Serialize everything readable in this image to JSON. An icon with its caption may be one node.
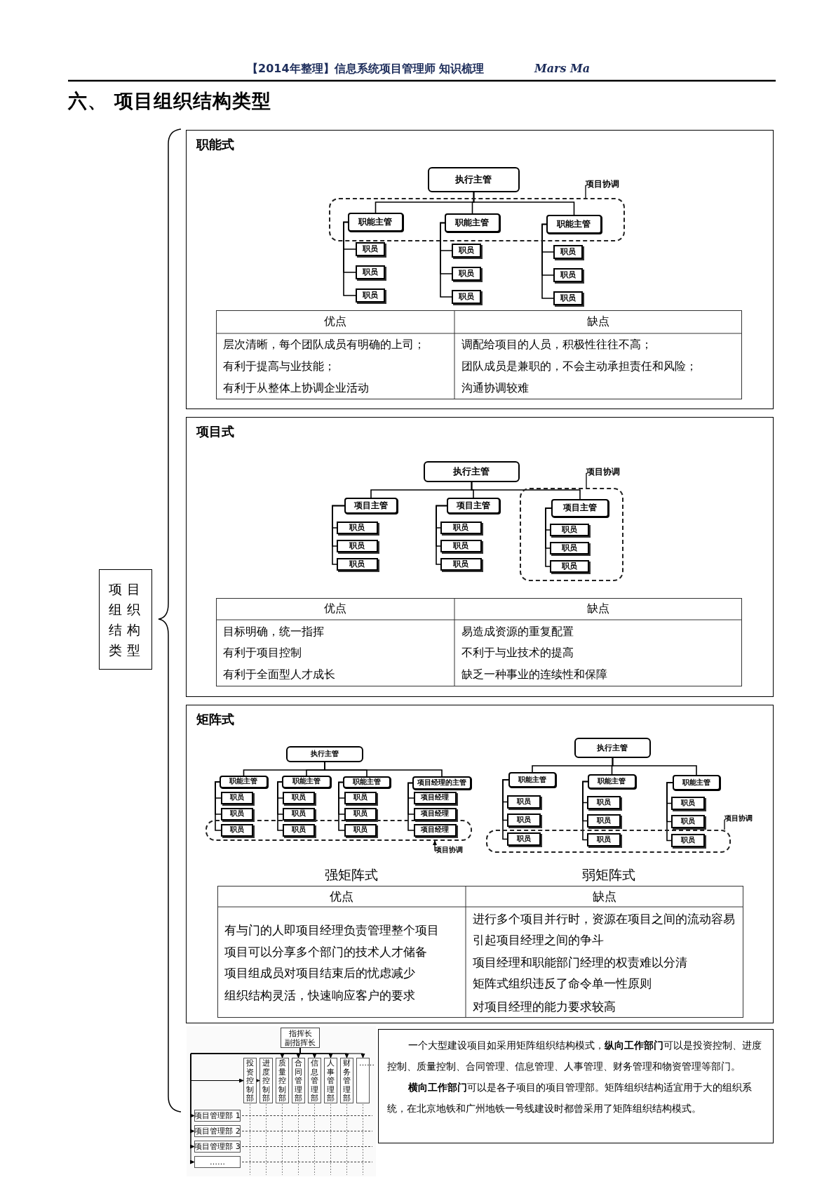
{
  "diagram": {
    "title": "六、 项目组织结构类型",
    "nodes": [
      {
        "text": [
          "项目组织结构类型"
        ]
      },
      {
        "text": [
          "职能式"
        ]
      },
      {
        "text": [
          "执行主管"
        ],
        "in": 1
      },
      {
        "text": [],
        "shape": "box",
        "in": 1
      },
      {
        "text": [
          "职能主管"
        ],
        "in": 3
      },
      {
        "text": [
          "职能主管"
        ],
        "in": 3
      },
      {
        "text": [
          "职能主管"
        ],
        "in": 3
      },
      {
        "text": [
          "职员"
        ],
        "in": 1
      },
      {
        "text": [
          "职员"
        ],
        "in": 1
      },
      {
        "text": [
          "职员"
        ],
        "in": 1
      },
      {
        "text": [
          "职员"
        ],
        "in": 1
      },
      {
        "text": [
          "职员"
        ],
        "in": 1
      },
      {
        "text": [
          "职员"
        ],
        "in": 1
      },
      {
        "text": [
          "职员"
        ],
        "in": 1
      },
      {
        "text": [
          "职员"
        ],
        "in": 1
      },
      {
        "text": [
          "职员"
        ],
        "in": 1
      },
      {
        "text": [
          "项目协调"
        ],
        "in": 1
      },
      {
        "text": [
          "项目式"
        ]
      },
      {
        "text": [
          "执行主管"
        ],
        "in": 17
      },
      {
        "text": [
          "项目主管"
        ],
        "in": 17
      },
      {
        "text": [
          "项目主管"
        ],
        "in": 17
      },
      {
        "text": [],
        "shape": "box",
        "in": 17
      },
      {
        "text": [
          "项目主管"
        ],
        "in": 21
      },
      {
        "text": [
          "职员"
        ],
        "in": 17
      },
      {
        "text": [
          "职员"
        ],
        "in": 17
      },
      {
        "text": [
          "职员"
        ],
        "in": 17
      },
      {
        "text": [
          "职员"
        ],
        "in": 17
      },
      {
        "text": [
          "职员"
        ],
        "in": 17
      },
      {
        "text": [
          "职员"
        ],
        "in": 17
      },
      {
        "text": [
          "职员"
        ],
        "in": 21
      },
      {
        "text": [
          "职员"
        ],
        "in": 21
      },
      {
        "text": [
          "职员"
        ],
        "in": 21
      },
      {
        "text": [
          "项目协调"
        ],
        "in": 17
      },
      {
        "text": [
          "矩阵式"
        ]
      },
      {
        "text": [
          "执行主管"
        ],
        "in": 33
      },
      {
        "text": [
          "职能主管"
        ],
        "in": 33
      },
      {
        "text": [
          "职能主管"
        ],
        "in": 33
      },
      {
        "text": [
          "职能主管"
        ],
        "in": 33
      },
      {
        "text": [
          "项目经理的主管"
        ],
        "in": 33
      },
      {
        "text": [],
        "shape": "box",
        "in": 33
      },
      {
        "text": [
          "职员"
        ],
        "in": 33
      },
      {
        "text": [
          "职员"
        ],
        "in": 33
      },
      {
        "text": [
          "职员"
        ],
        "in": 39
      },
      {
        "text": [
          "职员"
        ],
        "in": 33
      },
      {
        "text": [
          "职员"
        ],
        "in": 33
      },
      {
        "text": [
          "职员"
        ],
        "in": 39
      },
      {
        "text": [
          "职员"
        ],
        "in": 33
      },
      {
        "text": [
          "职员"
        ],
        "in": 33
      },
      {
        "text": [
          "职员"
        ],
        "in": 39
      },
      {
        "text": [
          "项目经理"
        ],
        "in": 33
      },
      {
        "text": [
          "项目经理"
        ],
        "in": 33
      },
      {
        "text": [
          "项目经理"
        ],
        "in": 39
      },
      {
        "text": [
          "项目协调"
        ],
        "in": 33
      },
      {
        "text": [
          "执行主管"
        ],
        "in": 33
      },
      {
        "text": [
          "职能主管"
        ],
        "in": 33
      },
      {
        "text": [
          "职能主管"
        ],
        "in": 33
      },
      {
        "text": [
          "职能主管"
        ],
        "in": 33
      },
      {
        "text": [],
        "shape": "box",
        "in": 33
      },
      {
        "text": [
          "职员"
        ],
        "in": 33
      },
      {
        "text": [
          "职员"
        ],
        "in": 33
      },
      {
        "text": [
          "职员"
        ],
        "in": 57
      },
      {
        "text": [
          "职员"
        ],
        "in": 33
      },
      {
        "text": [
          "职员"
        ],
        "in": 33
      },
      {
        "text": [
          "职员"
        ],
        "in": 57
      },
      {
        "text": [
          "职员"
        ],
        "in": 33
      },
      {
        "text": [
          "职员"
        ],
        "in": 33
      },
      {
        "text": [
          "职员"
        ],
        "in": 57
      },
      {
        "text": [
          "项目协调"
        ],
        "in": 33
      },
      {
        "text": [
          "指挥长",
          "副指挥长"
        ]
      },
      {
        "text": [
          "投资控制部"
        ]
      },
      {
        "text": [
          "进度控制部"
        ]
      },
      {
        "text": [
          "质量控制部"
        ]
      },
      {
        "text": [
          "合同管理部"
        ]
      },
      {
        "text": [
          "信息管理部"
        ]
      },
      {
        "text": [
          "人事管理部"
        ]
      },
      {
        "text": [
          "财务管理部"
        ]
      },
      {
        "text": [
          "……"
        ]
      },
      {
        "text": [
          "项目管理部 1"
        ]
      },
      {
        "text": [
          "项目管理部 2"
        ]
      },
      {
        "text": [
          "项目管理部 3"
        ]
      },
      {
        "text": [
          "……"
        ]
      },
      {
        "text": [
          "一个大型建设项目如采用矩阵组织结构模式，**纵向工作部门**可以是投资控制、进度控制、质量控制、合同管理、信息管理、人事管理、财务管理和物资管理等部门。",
          "**横向工作部门**可以是各子项目的项目管理部。矩阵组织结构适宜用于大的组织系统，在北京地铁和广州地铁一号线建设时都曾采用了矩阵组织结构模式。"
        ]
      }
    ],
    "edges": [
      {
        "from": 2,
        "to": 4,
        "arrow": "none"
      },
      {
        "from": 2,
        "to": 5,
        "arrow": "none"
      },
      {
        "from": 2,
        "to": 6,
        "arrow": "none"
      },
      {
        "from": 4,
        "to": 7,
        "arrow": "none"
      },
      {
        "from": 4,
        "to": 8,
        "arrow": "none"
      },
      {
        "from": 4,
        "to": 9,
        "arrow": "none"
      },
      {
        "from": 5,
        "to": 10,
        "arrow": "none"
      },
      {
        "from": 5,
        "to": 11,
        "arrow": "none"
      },
      {
        "from": 5,
        "to": 12,
        "arrow": "none"
      },
      {
        "from": 6,
        "to": 13,
        "arrow": "none"
      },
      {
        "from": 6,
        "to": 14,
        "arrow": "none"
      },
      {
        "from": 6,
        "to": 15,
        "arrow": "none"
      },
      {
        "from": 16,
        "to": 3,
        "arrow": "none"
      },
      {
        "from": 18,
        "to": 19,
        "arrow": "none"
      },
      {
        "from": 18,
        "to": 20,
        "arrow": "none"
      },
      {
        "from": 18,
        "to": 22,
        "arrow": "none"
      },
      {
        "from": 19,
        "to": 23,
        "arrow": "none"
      },
      {
        "from": 19,
        "to": 24,
        "arrow": "none"
      },
      {
        "from": 19,
        "to": 25,
        "arrow": "none"
      },
      {
        "from": 20,
        "to": 26,
        "arrow": "none"
      },
      {
        "from": 20,
        "to": 27,
        "arrow": "none"
      },
      {
        "from": 20,
        "to": 28,
        "arrow": "none"
      },
      {
        "from": 22,
        "to": 29,
        "arrow": "none"
      },
      {
        "from": 22,
        "to": 30,
        "arrow": "none"
      },
      {
        "from": 22,
        "to": 31,
        "arrow": "none"
      },
      {
        "from": 32,
        "to": 21,
        "arrow": "none"
      },
      {
        "from": 34,
        "to": 35,
        "arrow": "none"
      },
      {
        "from": 34,
        "to": 36,
        "arrow": "none"
      },
      {
        "from": 34,
        "to": 37,
        "arrow": "none"
      },
      {
        "from": 34,
        "to": 38,
        "arrow": "none"
      },
      {
        "from": 35,
        "to": 40,
        "arrow": "none"
      },
      {
        "from": 35,
        "to": 41,
        "arrow": "none"
      },
      {
        "from": 35,
        "to": 42,
        "arrow": "none"
      },
      {
        "from": 36,
        "to": 43,
        "arrow": "none"
      },
      {
        "from": 36,
        "to": 44,
        "arrow": "none"
      },
      {
        "from": 36,
        "to": 45,
        "arrow": "none"
      },
      {
        "from": 37,
        "to": 46,
        "arrow": "none"
      },
      {
        "from": 37,
        "to": 47,
        "arrow": "none"
      },
      {
        "from": 37,
        "to": 48,
        "arrow": "none"
      },
      {
        "from": 38,
        "to": 49,
        "arrow": "none"
      },
      {
        "from": 38,
        "to": 50,
        "arrow": "none"
      },
      {
        "from": 38,
        "to": 51,
        "arrow": "none"
      },
      {
        "from": 52,
        "to": 39,
        "arrow": "to"
      },
      {
        "from": 53,
        "to": 54,
        "arrow": "none"
      },
      {
        "from": 53,
        "to": 55,
        "arrow": "none"
      },
      {
        "from": 53,
        "to": 56,
        "arrow": "none"
      },
      {
        "from": 54,
        "to": 58,
        "arrow": "none"
      },
      {
        "from": 54,
        "to": 59,
        "arrow": "none"
      },
      {
        "from": 54,
        "to": 60,
        "arrow": "none"
      },
      {
        "from": 55,
        "to": 61,
        "arrow": "none"
      },
      {
        "from": 55,
        "to": 62,
        "arrow": "none"
      },
      {
        "from": 55,
        "to": 63,
        "arrow": "none"
      },
      {
        "from": 56,
        "to": 64,
        "arrow": "none"
      },
      {
        "from": 56,
        "to": 65,
        "arrow": "none"
      },
      {
        "from": 56,
        "to": 66,
        "arrow": "none"
      },
      {
        "from": 67,
        "to": 57,
        "arrow": "none"
      },
      {
        "from": 68,
        "to": 69,
        "arrow": "to"
      },
      {
        "from": 68,
        "to": 70,
        "arrow": "to"
      },
      {
        "from": 68,
        "to": 71,
        "arrow": "to"
      },
      {
        "from": 68,
        "to": 72,
        "arrow": "to"
      },
      {
        "from": 68,
        "to": 73,
        "arrow": "to"
      },
      {
        "from": 68,
        "to": 74,
        "arrow": "to"
      },
      {
        "from": 68,
        "to": 75,
        "arrow": "to"
      },
      {
        "from": 68,
        "to": 76,
        "arrow": "to"
      },
      {
        "from": 68,
        "to": 77,
        "arrow": "to"
      },
      {
        "from": 68,
        "to": 78,
        "arrow": "to"
      },
      {
        "from": 68,
        "to": 79,
        "arrow": "to"
      },
      {
        "from": 68,
        "to": 80,
        "arrow": "to"
      }
    ],
    "labels": [
      "【2014年整理】信息系统项目管理师 知识梳理",
      "Mars Ma",
      "优点",
      "缺点",
      "层次清晰，每个团队成员有明确的上司；",
      "有利于提高与业技能；",
      "有利于从整体上协调企业活动",
      "调配给项目的人员，积极性往往不高；",
      "团队成员是兼职的，不会主动承担责任和风险；",
      "沟通协调较难",
      "优点",
      "缺点",
      "目标明确，统一指挥",
      "有利于项目控制",
      "有利于全面型人才成长",
      "易造成资源的重复配置",
      "不利于与业技术的提高",
      "缺乏一种事业的连续性和保障",
      "强矩阵式",
      "弱矩阵式",
      "优点",
      "缺点",
      "有与门的人即项目经理负责管理整个项目",
      "项目可以分享多个部门的技术人才储备",
      "项目组成员对项目结束后的忧虑减少",
      "组织结构灵活，快速响应客户的要求",
      "进行多个项目并行时，资源在项目之间的流动容易引起项目经理之间的争斗",
      "项目经理和职能部门经理的权责难以分清",
      "矩阵式组织违反了命令单一性原则",
      "对项目经理的能力要求较高"
    ]
  }
}
